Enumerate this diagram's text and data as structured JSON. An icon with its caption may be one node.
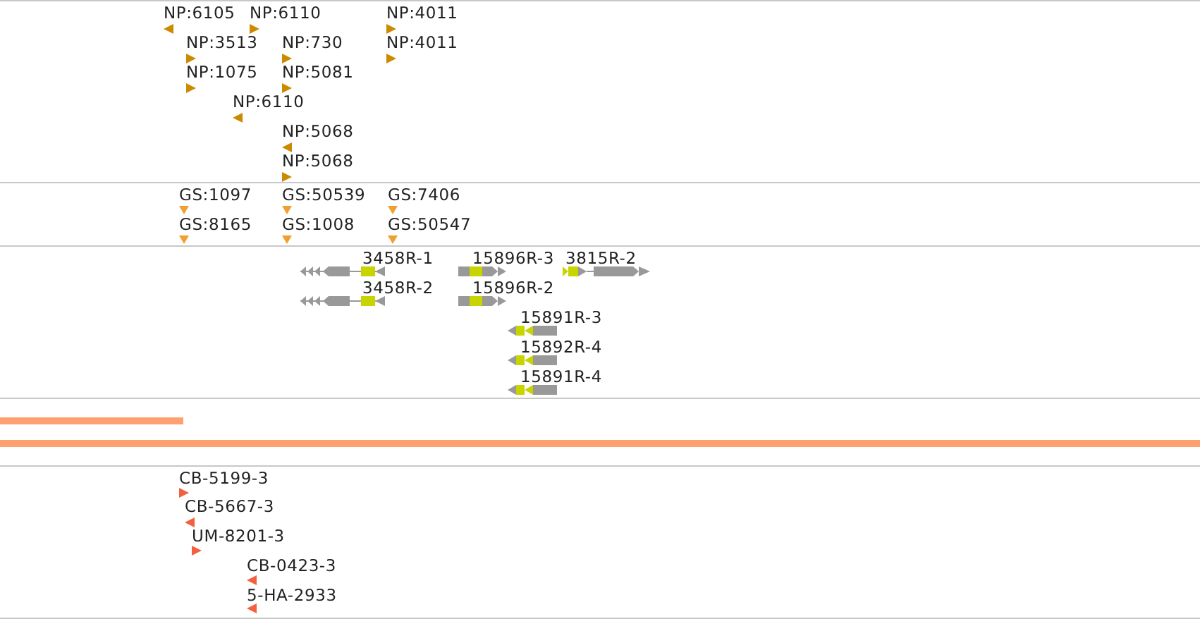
{
  "diagram": {
    "labels": [
      "NP:6105",
      "NP:6110",
      "NP:4011",
      "NP:3513",
      "NP:730",
      "NP:4011",
      "NP:1075",
      "NP:5081",
      "NP:6110",
      "NP:5068",
      "NP:5068",
      "GS:1097",
      "GS:50539",
      "GS:7406",
      "GS:8165",
      "GS:1008",
      "GS:50547",
      "3458R-1",
      "15896R-3",
      "3815R-2",
      "3458R-2",
      "15896R-2",
      "15891R-3",
      "15892R-4",
      "15891R-4",
      "CB-5199-3",
      "CB-5667-3",
      "UM-8201-3",
      "CB-0423-3",
      "5-HA-2933"
    ]
  }
}
